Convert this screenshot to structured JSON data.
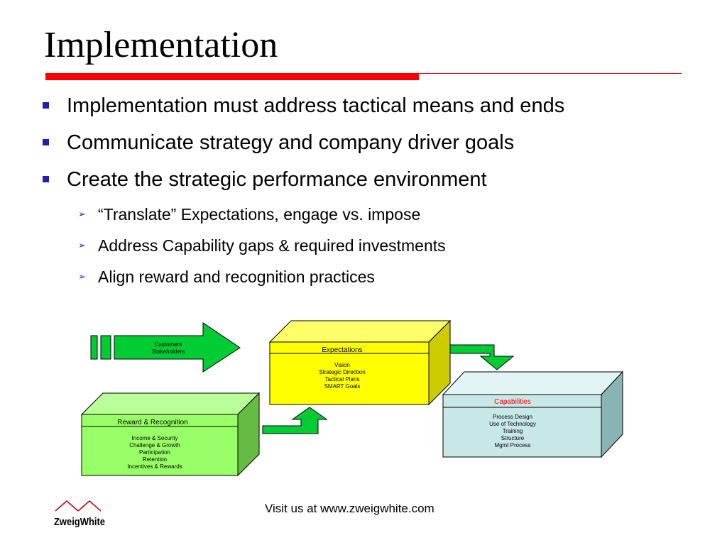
{
  "title": "Implementation",
  "bullets": [
    "Implementation must address tactical means and ends",
    "Communicate strategy and company driver goals",
    "Create the strategic performance environment"
  ],
  "sub_bullets": [
    "“Translate” Expectations, engage vs. impose",
    "Address Capability gaps & required investments",
    "Align reward and recognition practices"
  ],
  "diagram": {
    "arrow": {
      "line1": "Customers",
      "line2": "Stakeholders"
    },
    "expectations": {
      "title": "Expectations",
      "items": [
        "Vision",
        "Strategic Direction",
        "Tactical Plans",
        "SMART Goals"
      ]
    },
    "capabilities": {
      "title": "Capabilities",
      "items": [
        "Process Design",
        "Use of Technology",
        "Training",
        "Structure",
        "Mgmt Process"
      ]
    },
    "reward": {
      "title": "Reward & Recognition",
      "items": [
        "Income & Security",
        "Challenge & Growth",
        "Participation",
        "Retention",
        "Incentives & Rewards"
      ]
    }
  },
  "colors": {
    "accent_red": "#ff0000",
    "bullet_blue": "#1f1fb3",
    "green": "#00cc33",
    "yellow": "#ffff00",
    "teal": "#c8e8e8",
    "light_green": "#99ff66"
  },
  "footer": "Visit us at www.zweigwhite.com",
  "logo": {
    "text": "ZweigWhite"
  }
}
